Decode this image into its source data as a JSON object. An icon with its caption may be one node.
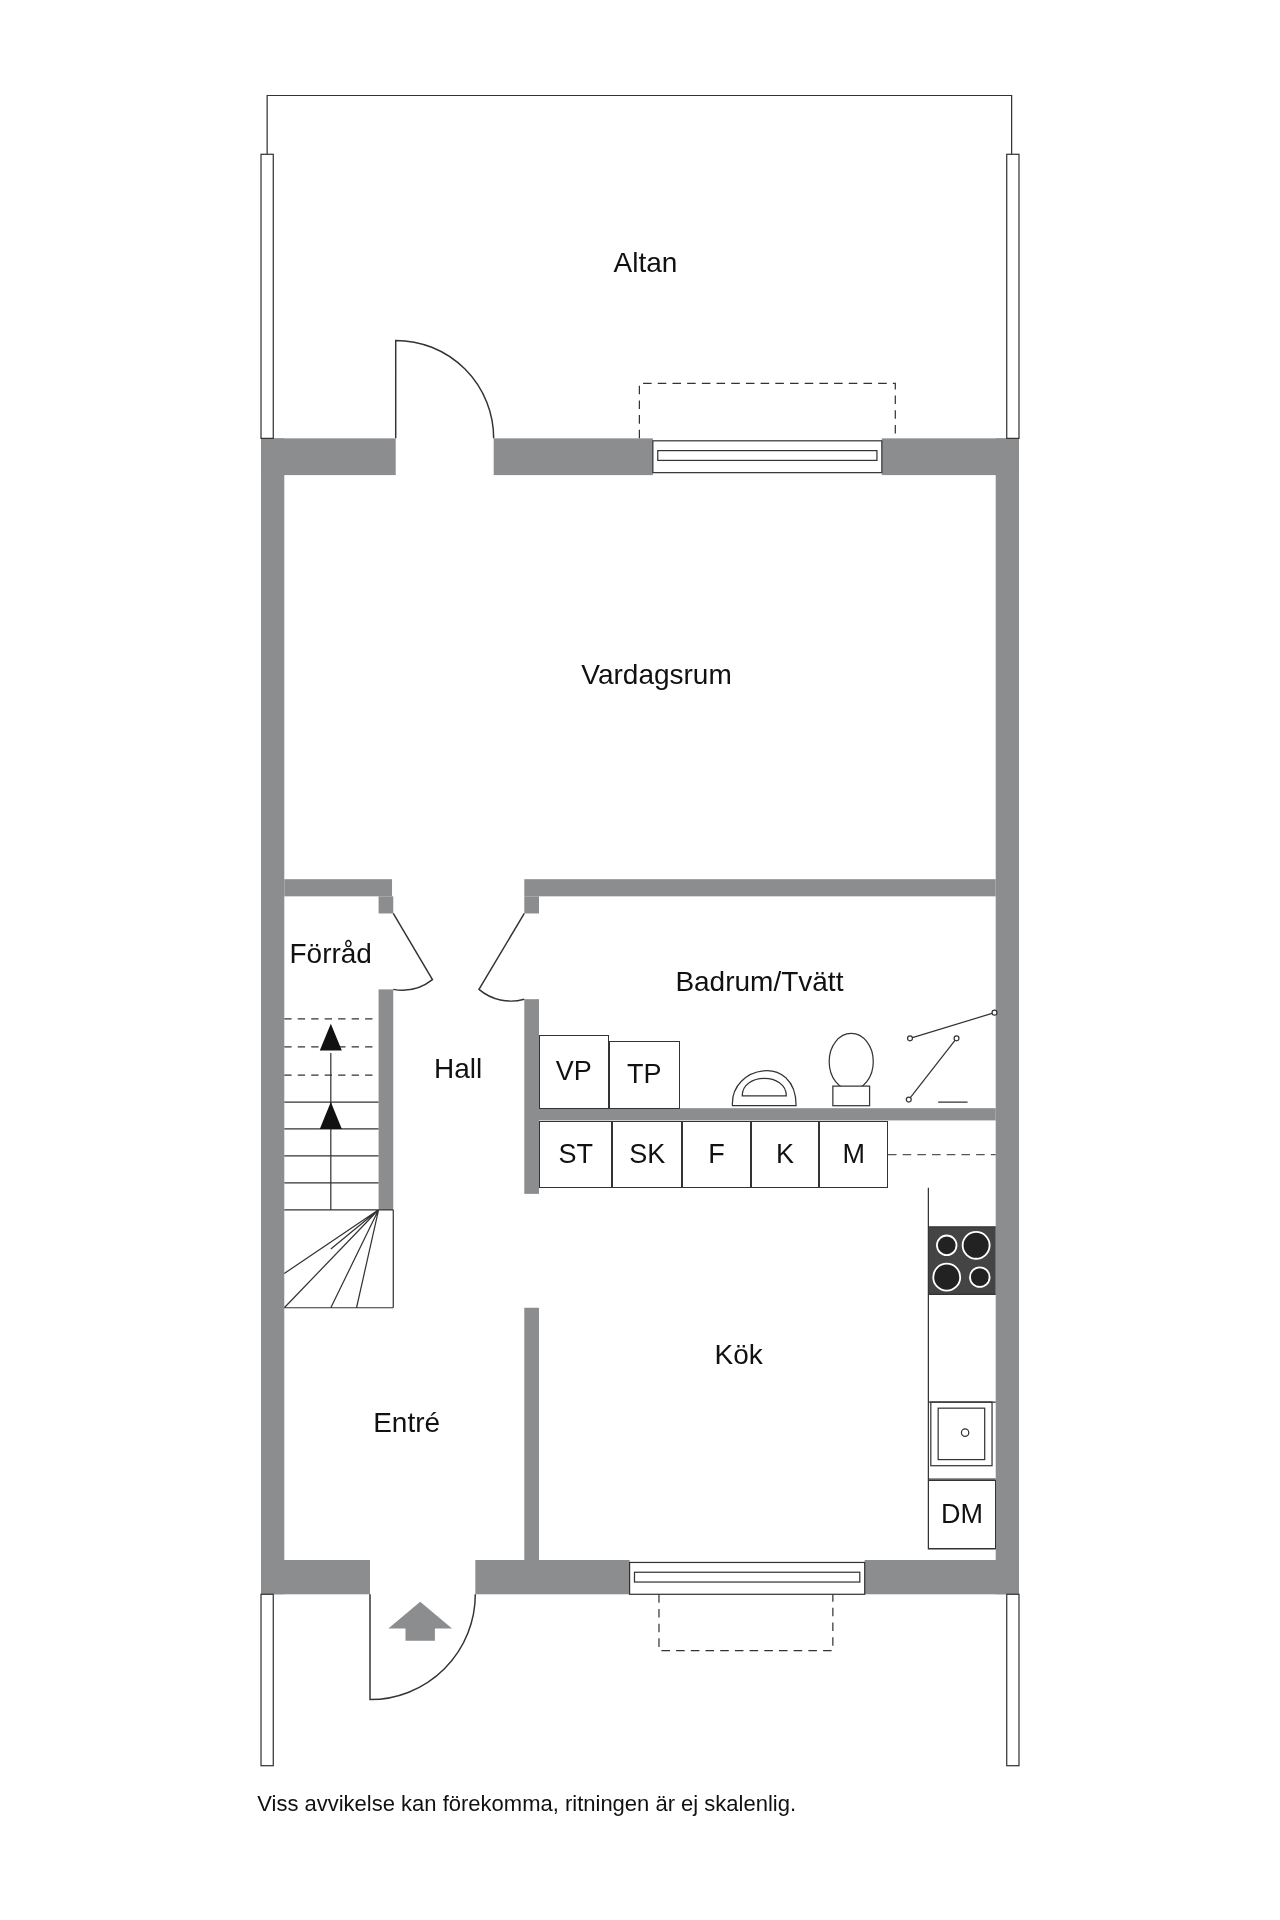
{
  "diagram": {
    "caption": "Viss avvikelse kan förekomma, ritningen är ej skalenlig.",
    "nodes": [
      {
        "text": [
          "Altan"
        ]
      },
      {
        "text": [
          "Vardagsrum"
        ]
      },
      {
        "text": [
          "Förråd"
        ]
      },
      {
        "text": [
          "Badrum/Tvätt"
        ]
      },
      {
        "text": [
          "Hall"
        ]
      },
      {
        "text": [
          "Entré"
        ]
      },
      {
        "text": [
          "Kök"
        ]
      },
      {
        "text": [
          "VP"
        ],
        "in": 3
      },
      {
        "text": [
          "TP"
        ],
        "in": 3
      },
      {
        "text": [
          "ST"
        ],
        "in": 6
      },
      {
        "text": [
          "SK"
        ],
        "in": 6
      },
      {
        "text": [
          "F"
        ],
        "in": 6
      },
      {
        "text": [
          "K"
        ],
        "in": 6
      },
      {
        "text": [
          "M"
        ],
        "in": 6
      },
      {
        "text": [
          "DM"
        ],
        "in": 6
      }
    ]
  }
}
